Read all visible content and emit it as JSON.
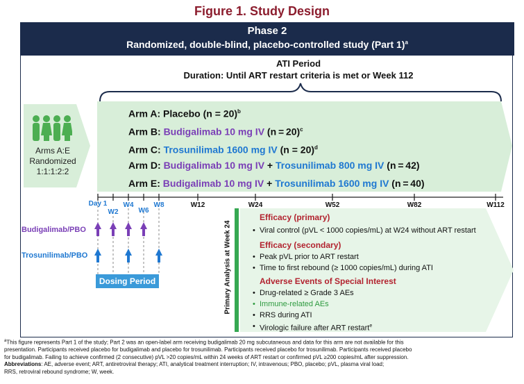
{
  "title": "Figure 1. Study Design",
  "banner": {
    "phase": "Phase 2",
    "design": "Randomized, double-blind, placebo-controlled study (Part 1)",
    "design_note": "a"
  },
  "ati": {
    "line1": "ATI Period",
    "line2": "Duration: Until ART restart criteria is met or Week 112"
  },
  "randomization": {
    "line1": "Arms A:E",
    "line2": "Randomized",
    "line3": "1:1:1:2:2"
  },
  "arms": [
    {
      "prefix": "Arm A: ",
      "drug1": "Placebo",
      "plus": "",
      "drug2": "",
      "n": " (n = 20)",
      "note": "b"
    },
    {
      "prefix": "Arm B: ",
      "drug1": "Budigalimab 10 mg IV",
      "plus": "",
      "drug2": "",
      "n": " (n = 20)",
      "note": "c"
    },
    {
      "prefix": "Arm C: ",
      "drug1": "Trosunilimab 1600 mg IV",
      "plus": "",
      "drug2": "",
      "n": " (n = 20)",
      "note": "d"
    },
    {
      "prefix": "Arm D: ",
      "drug1": "Budigalimab 10 mg IV",
      "plus": " + ",
      "drug2": "Trosunilimab 800 mg IV",
      "n": " (n = 42)",
      "note": ""
    },
    {
      "prefix": "Arm E: ",
      "drug1": "Budigalimab 10 mg IV",
      "plus": " + ",
      "drug2": "Trosunilimab 1600 mg IV",
      "n": " (n = 40)",
      "note": ""
    }
  ],
  "timeline": {
    "early_ticks": [
      "Day 1",
      "W2",
      "W4",
      "W6",
      "W8"
    ],
    "weeks": [
      "W12",
      "W24",
      "W52",
      "W82",
      "W112"
    ]
  },
  "dosing": {
    "budigalimab_label": "Budigalimab/PBO",
    "trosunilimab_label": "Trosunilimab/PBO",
    "period_label": "Dosing Period"
  },
  "primary_analysis": "Primary Analysis at Week 24",
  "outcomes": {
    "efficacy_primary": {
      "heading": "Efficacy (primary)",
      "items": [
        "Viral control (pVL < 1000 copies/mL) at W24 without ART restart"
      ]
    },
    "efficacy_secondary": {
      "heading": "Efficacy (secondary)",
      "items": [
        "Peak pVL prior to ART restart",
        "Time to first rebound (≥ 1000 copies/mL) during ATI"
      ]
    },
    "aesi": {
      "heading": "Adverse Events of Special Interest",
      "items": [
        "Drug-related ≥ Grade 3 AEs",
        "Immune-related AEs",
        "RRS during ATI",
        "Virologic failure after ART restart"
      ],
      "last_note": "e"
    }
  },
  "footnotes": {
    "line1": "This figure represents Part 1 of the study; Part 2 was an open-label arm receiving budigalimab 20 mg subcutaneous and data for this arm are not available for this",
    "line2": "presentation. Participants received placebo for budigalimab and placebo for trosunilimab. Participants received placebo for trosunilimab. Participants received placebo",
    "line3": "for budigalimab. Failing to achieve confirmed (2 consecutive) pVL >20 copies/mL within 24 weeks of ART restart or confirmed pVL ≥200 copies/mL after suppression.",
    "abbr_label": "Abbreviations",
    "abbr_text": ": AE, adverse event; ART, antiretroviral therapy; ATI, analytical treatment interruption; IV, intravenous; PBO, placebo; pVL, plasma viral load;",
    "abbr_text2": "RRS, retroviral rebound syndrome; W, week."
  },
  "colors": {
    "title": "#8c1d2e",
    "banner": "#1b2b4b",
    "arm_green": "#e4f5e6",
    "purple": "#7a3fb6",
    "blue": "#1f78d1",
    "red_heading": "#b2232f",
    "green_bar": "#36a852"
  }
}
